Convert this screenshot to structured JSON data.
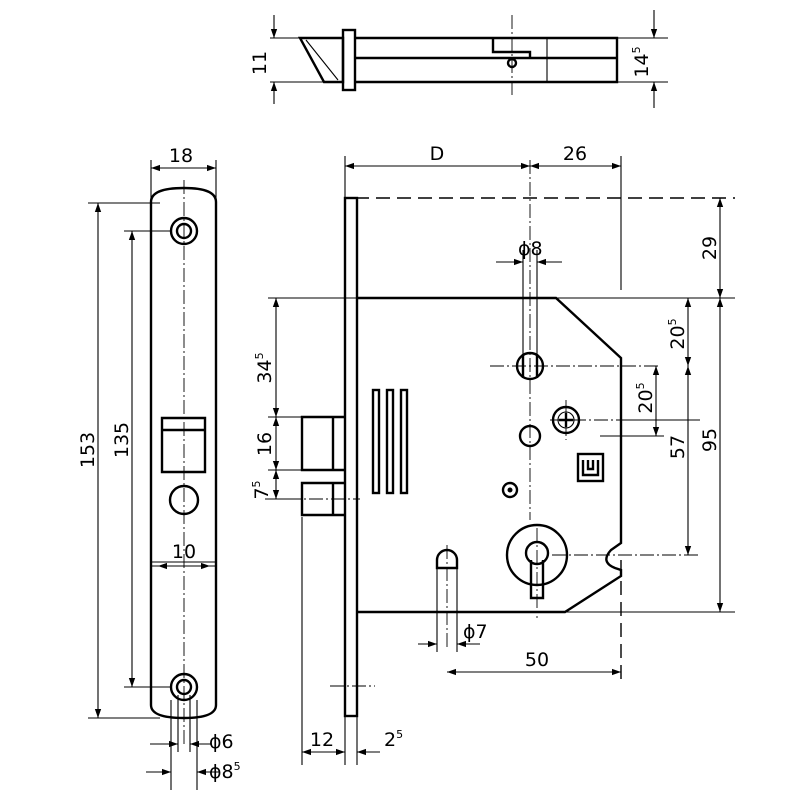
{
  "dimensions": {
    "bolt_height": "11",
    "bolt_width": {
      "base": "14",
      "sup": "5"
    },
    "faceplate_width": "18",
    "faceplate_length": "153",
    "screw_spacing": "135",
    "hole_width": "10",
    "screw_hole_diameter": "ϕ6",
    "countersink_diameter": {
      "base": "ϕ8",
      "sup": "5"
    },
    "faceplate_offset": "12",
    "faceplate_thickness": {
      "base": "2",
      "sup": "5"
    },
    "backset": "D",
    "case_depth_from_spindle": "26",
    "spindle_diameter": "ϕ8",
    "case_top_offset": "29",
    "spindle_to_case_top": {
      "base": "20",
      "sup": "5"
    },
    "spindle_to_follower": {
      "base": "20",
      "sup": "5"
    },
    "spindle_to_keyhole": "57",
    "case_height": "95",
    "latch_offset": {
      "base": "34",
      "sup": "5"
    },
    "latch_height": "16",
    "deadbolt_offset": {
      "base": "7",
      "sup": "5"
    },
    "fixing_hole_diameter": "ϕ7",
    "case_width": "50"
  }
}
